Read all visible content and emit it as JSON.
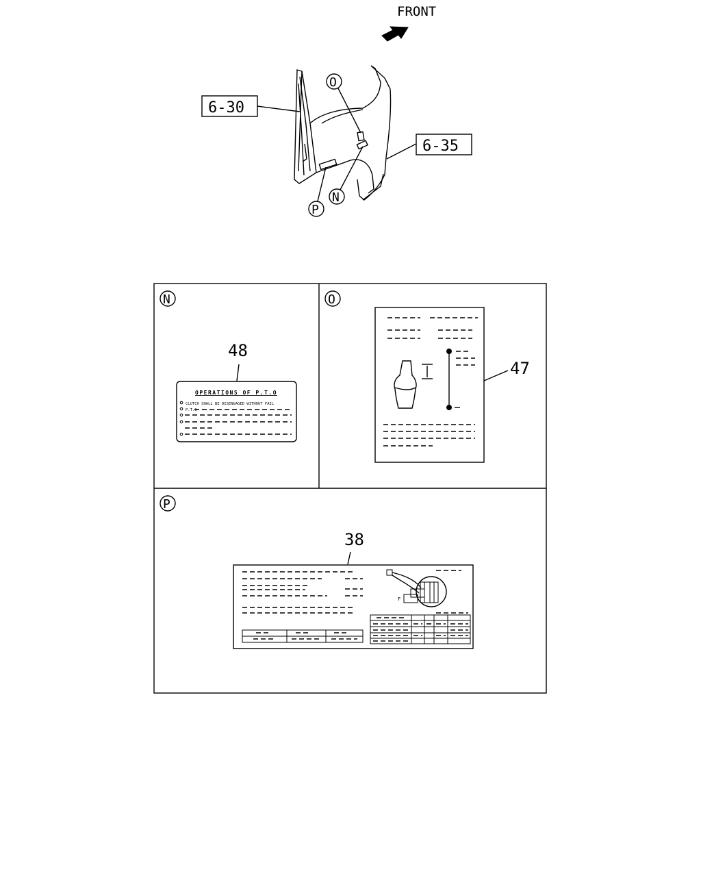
{
  "direction_label": "FRONT",
  "callouts": {
    "ref_6_30": "6-30",
    "ref_6_35": "6-35",
    "marker_O": "O",
    "marker_N": "N",
    "marker_P": "P"
  },
  "panels": {
    "n": {
      "marker": "N",
      "part_number": "48",
      "label_title": "OPERATIONS OF P.T.O",
      "label_lines": [
        "CLUTCH SHALL BE DISENGAGED WITHOUT FAIL",
        "P.T.O"
      ]
    },
    "o": {
      "marker": "O",
      "part_number": "47"
    },
    "p": {
      "marker": "P",
      "part_number": "38",
      "small_letter": "F"
    }
  }
}
